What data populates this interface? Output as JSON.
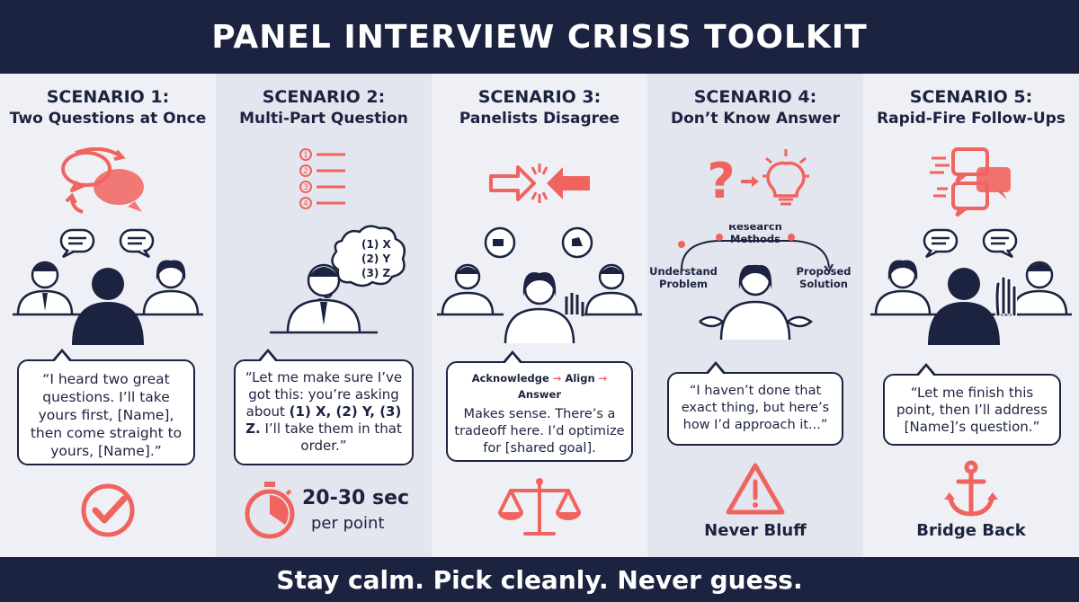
{
  "title": "PANEL INTERVIEW CRISIS TOOLKIT",
  "footer": "Stay calm. Pick cleanly. Never guess.",
  "colors": {
    "navy": "#1c2340",
    "coral": "#f0645f",
    "panel_alt": "#e3e6ee",
    "panel_base": "#eef0f5"
  },
  "scenarios": [
    {
      "number": "SCENARIO 1:",
      "subtitle": "Two Questions at Once",
      "top_icon": "swap-chat-bubbles-icon",
      "quote": "“I heard two great questions. I’ll take yours first, [Name], then come straight to yours, [Name].”",
      "bottom_icon": "checkmark-circle-icon"
    },
    {
      "number": "SCENARIO 2:",
      "subtitle": "Multi-Part Question",
      "top_icon": "numbered-list-icon",
      "list_numbers": [
        "1",
        "2",
        "3",
        "4"
      ],
      "thought_lines": [
        "(1) X",
        "(2) Y",
        "(3) Z"
      ],
      "quote_pre": "“Let me make sure I’ve got this: you’re asking about ",
      "quote_bold": "(1) X, (2) Y, (3) Z.",
      "quote_post": " I’ll take them in that order.”",
      "bottom_icon": "stopwatch-icon",
      "timer_value": "20-30 sec",
      "timer_unit": "per point"
    },
    {
      "number": "SCENARIO 3:",
      "subtitle": "Panelists Disagree",
      "top_icon": "converging-arrows-icon",
      "steps": [
        "Acknowledge",
        "Align",
        "Answer"
      ],
      "quote": "Makes sense. There’s a tradeoff here. I’d optimize for [shared goal].",
      "bottom_icon": "balance-scale-icon"
    },
    {
      "number": "SCENARIO 4:",
      "subtitle": "Don’t Know Answer",
      "top_icon": "question-to-lightbulb-icon",
      "flow": [
        "Understand Problem",
        "Research Methods",
        "Proposed Solution"
      ],
      "quote": "“I haven’t done that exact thing, but here’s how I’d approach it...”",
      "bottom_icon": "warning-triangle-icon",
      "bottom_label": "Never Bluff"
    },
    {
      "number": "SCENARIO 5:",
      "subtitle": "Rapid-Fire Follow-Ups",
      "top_icon": "rapid-chat-bubbles-icon",
      "quote": "“Let me finish this point, then I’ll address [Name]’s question.”",
      "bottom_icon": "anchor-icon",
      "bottom_label": "Bridge Back"
    }
  ]
}
